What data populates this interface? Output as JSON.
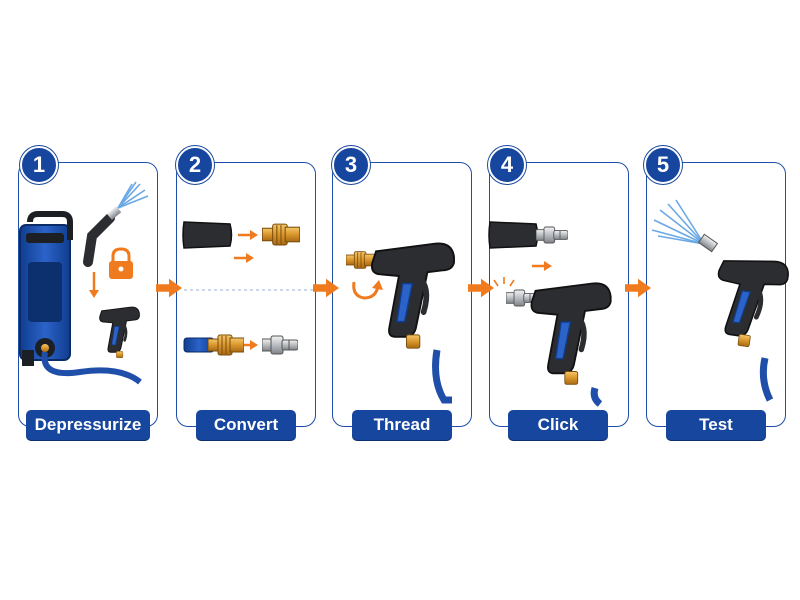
{
  "steps": [
    {
      "number": "1",
      "label": "Depressurize"
    },
    {
      "number": "2",
      "label": "Convert"
    },
    {
      "number": "3",
      "label": "Thread"
    },
    {
      "number": "4",
      "label": "Click"
    },
    {
      "number": "5",
      "label": "Test"
    }
  ],
  "colors": {
    "brand_blue": "#16469e",
    "accent_orange": "#f07a1e",
    "brass": "#e0a33a",
    "steel": "#c7c9cc",
    "handle_black": "#2b2d31"
  }
}
